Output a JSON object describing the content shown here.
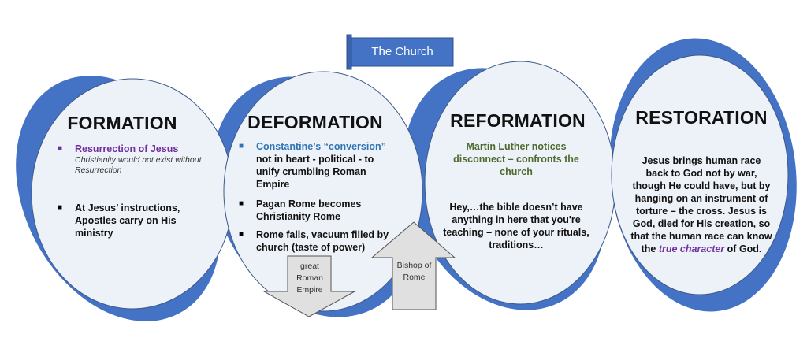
{
  "banner": {
    "label": "The Church"
  },
  "colors": {
    "blue": "#4472c4",
    "circle": "#edf1f8",
    "purple": "#7030a0",
    "teal": "#2e75b6",
    "green": "#4e6b2f"
  },
  "stages": [
    {
      "title": "FORMATION",
      "items": [
        {
          "heading": "Resurrection of Jesus",
          "note": "Christianity would not exist without Resurrection"
        },
        {
          "text": "At Jesus’ instructions, Apostles carry on His ministry"
        }
      ]
    },
    {
      "title": "DEFORMATION",
      "items": [
        {
          "heading": "Constantine’s “conversion”",
          "text": "not in heart - political - to unify crumbling Roman Empire"
        },
        {
          "text": "Pagan Rome becomes Christianity Rome"
        },
        {
          "text": "Rome falls, vacuum filled by church (taste of power)"
        }
      ]
    },
    {
      "title": "REFORMATION",
      "subtitle": "Martin Luther notices disconnect – confronts the church",
      "text": "Hey,…the bible doesn’t have anything in here that you're teaching – none of your rituals, traditions…"
    },
    {
      "title": "RESTORATION",
      "text": "Jesus brings human race back to God not by war, though He could have, but by hanging on an instrument of torture – the cross. Jesus is God, died for His creation, so that the human race can know the",
      "emphasis": "true character",
      "text_end": "of God."
    }
  ],
  "arrows": {
    "down": "great Roman Empire",
    "up": "Bishop of Rome"
  }
}
